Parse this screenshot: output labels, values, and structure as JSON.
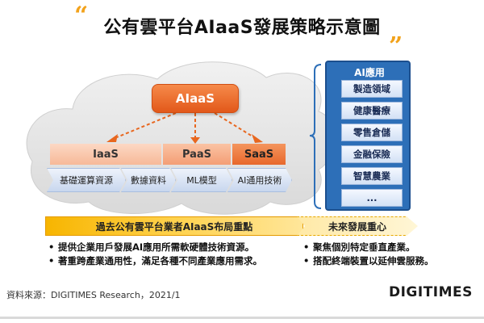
{
  "title": "公有雲平台AIaaS發展策略示意圖",
  "hub": {
    "label": "AIaaS"
  },
  "layers": [
    {
      "label": "IaaS"
    },
    {
      "label": "PaaS"
    },
    {
      "label": "SaaS"
    }
  ],
  "sub_layers": [
    {
      "label": "基礎運算資源"
    },
    {
      "label": "數據資料"
    },
    {
      "label": "ML模型"
    },
    {
      "label": "AI通用技術"
    }
  ],
  "applications": {
    "title": "AI應用",
    "items": [
      "製造領域",
      "健康醫療",
      "零售倉儲",
      "金融保險",
      "智慧農業",
      "..."
    ]
  },
  "timeline": {
    "past_label": "過去公有雲平台業者AIaaS布局重點",
    "future_label": "未來發展重心"
  },
  "past_points": [
    "提供企業用戶發展AI應用所需軟硬體技術資源。",
    "著重跨產業通用性，滿足各種不同產業應用需求。"
  ],
  "future_points": [
    "聚焦個別特定垂直產業。",
    "搭配終端裝置以延伸雲服務。"
  ],
  "footer": {
    "source": "資料來源：DIGITIMES Research，2021/1",
    "logo": "DIGITIMES"
  },
  "colors": {
    "accent_orange": "#e2581a",
    "panel_blue": "#2d6fb8",
    "timeline_yellow": "#f7b500"
  }
}
